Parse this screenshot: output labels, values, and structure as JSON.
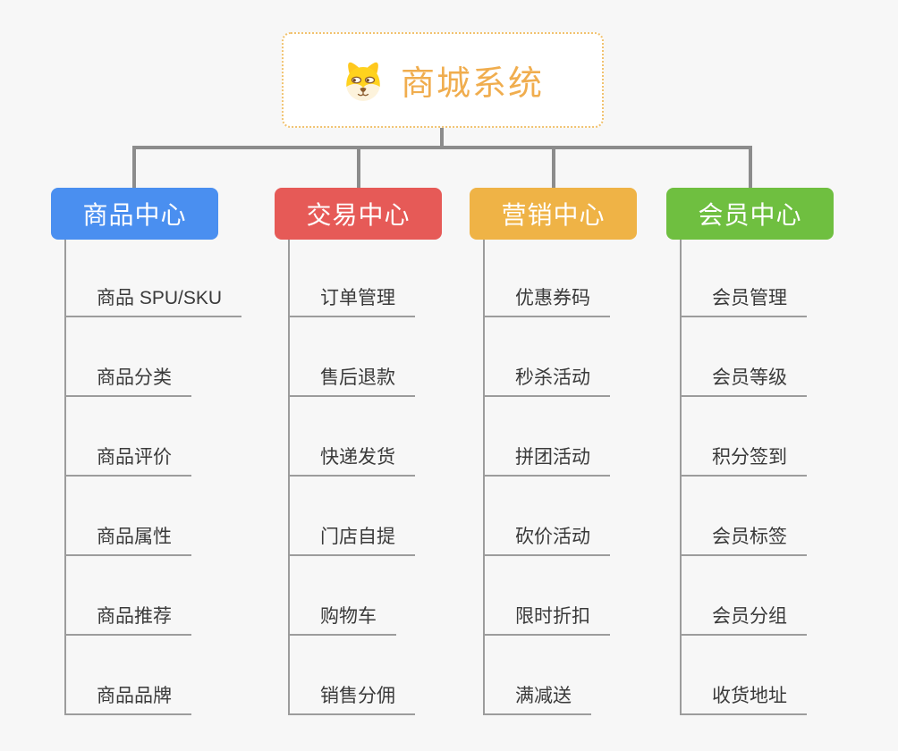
{
  "root": {
    "title": "商城系统",
    "icon": "dog-face-icon"
  },
  "branches": [
    {
      "label": "商品中心",
      "color": "#4A8FF0",
      "children": [
        "商品 SPU/SKU",
        "商品分类",
        "商品评价",
        "商品属性",
        "商品推荐",
        "商品品牌"
      ]
    },
    {
      "label": "交易中心",
      "color": "#E65A57",
      "children": [
        "订单管理",
        "售后退款",
        "快递发货",
        "门店自提",
        "购物车",
        "销售分佣"
      ]
    },
    {
      "label": "营销中心",
      "color": "#EFB346",
      "children": [
        "优惠券码",
        "秒杀活动",
        "拼团活动",
        "砍价活动",
        "限时折扣",
        "满减送"
      ]
    },
    {
      "label": "会员中心",
      "color": "#6FBF40",
      "children": [
        "会员管理",
        "会员等级",
        "积分签到",
        "会员标签",
        "会员分组",
        "收货地址"
      ]
    }
  ],
  "colors": {
    "background": "#F7F7F7",
    "connector_line": "#8C8C8C",
    "child_underline": "#9C9C9C",
    "root_border": "#F1C26F",
    "root_text": "#F0AD4E",
    "child_text": "#3A3A3A"
  }
}
